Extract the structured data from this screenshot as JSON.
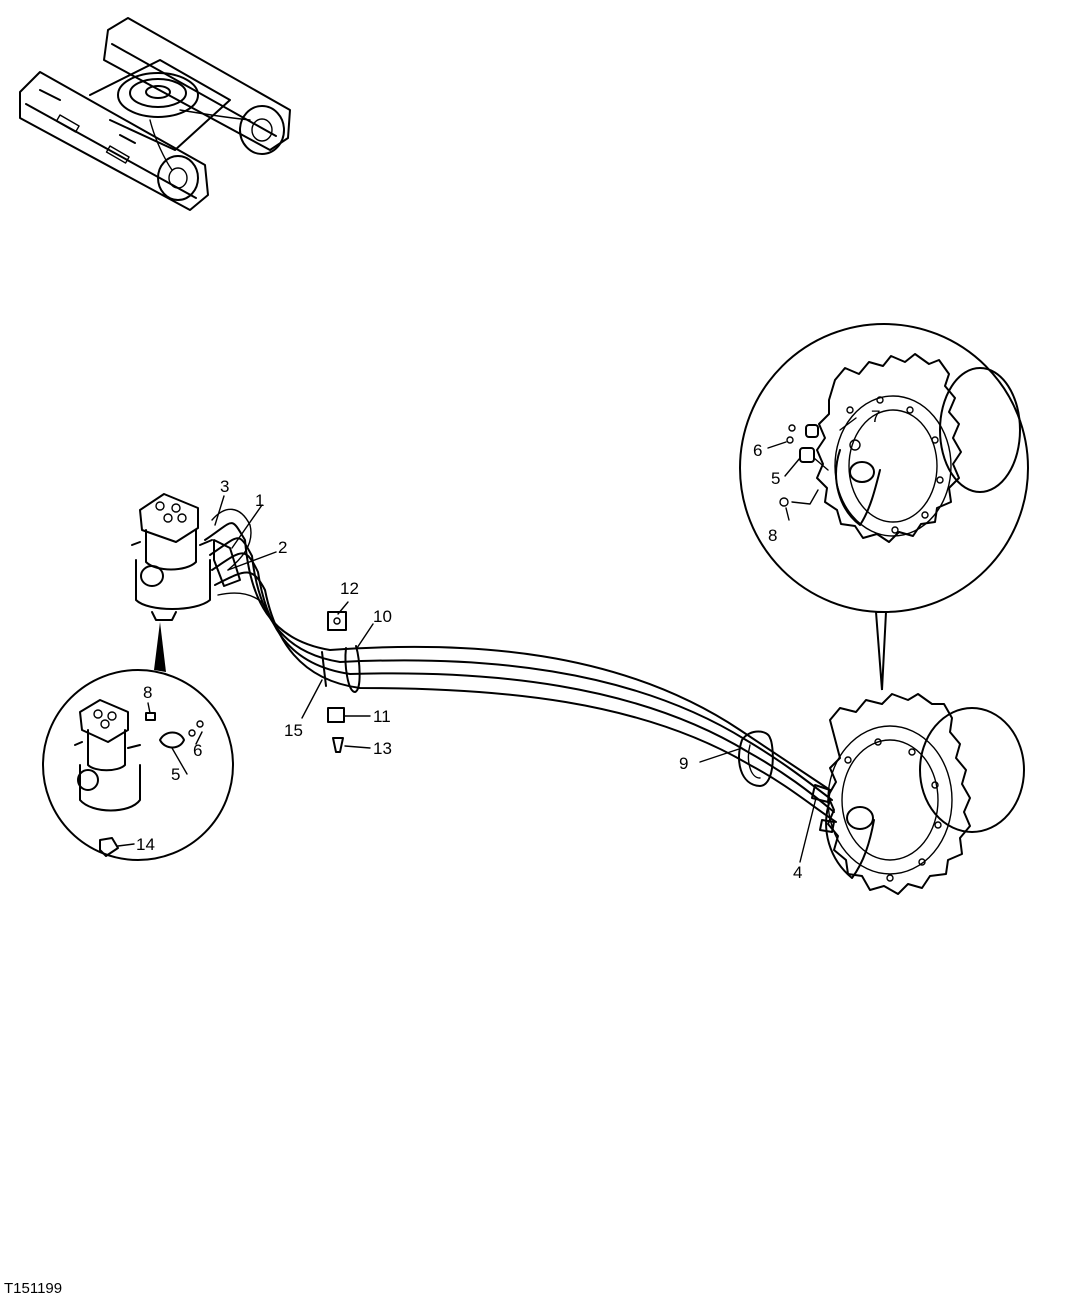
{
  "figure_id": "T151199",
  "callouts": [
    {
      "id": "c1",
      "label": "1"
    },
    {
      "id": "c2",
      "label": "2"
    },
    {
      "id": "c3",
      "label": "3"
    },
    {
      "id": "c4",
      "label": "4"
    },
    {
      "id": "c5a",
      "label": "5"
    },
    {
      "id": "c5b",
      "label": "5"
    },
    {
      "id": "c6a",
      "label": "6"
    },
    {
      "id": "c6b",
      "label": "6"
    },
    {
      "id": "c7",
      "label": "7"
    },
    {
      "id": "c8a",
      "label": "8"
    },
    {
      "id": "c8b",
      "label": "8"
    },
    {
      "id": "c9",
      "label": "9"
    },
    {
      "id": "c10",
      "label": "10"
    },
    {
      "id": "c11",
      "label": "11"
    },
    {
      "id": "c12",
      "label": "12"
    },
    {
      "id": "c13",
      "label": "13"
    },
    {
      "id": "c14",
      "label": "14"
    },
    {
      "id": "c15",
      "label": "15"
    }
  ]
}
